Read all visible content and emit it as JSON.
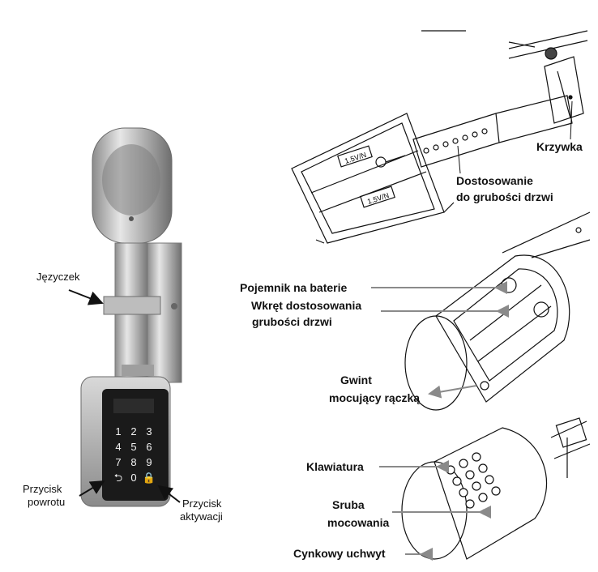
{
  "labels": {
    "tab": "Języczek",
    "back_btn_1": "Przycisk",
    "back_btn_2": "powrotu",
    "act_btn_1": "Przycisk",
    "act_btn_2": "aktywacji",
    "cover": "Krzywka",
    "adjust_1": "Dostosowanie",
    "adjust_2": "do grubości drzwi",
    "battery": "Pojemnik na baterie",
    "screw_1": "Wkręt dostosowania",
    "screw_2": "grubości drzwi",
    "thread_1": "Gwint",
    "thread_2": "mocujący rączką",
    "keypad": "Klawiatura",
    "fix_1": "Sruba",
    "fix_2": "mocowania",
    "handle": "Cynkowy uchwyt"
  },
  "battery_marking": "1.5V/N",
  "keys": [
    "1",
    "2",
    "3",
    "4",
    "5",
    "6",
    "7",
    "8",
    "9",
    "⮌",
    "0",
    "🔒"
  ],
  "colors": {
    "arrow": "#8a8a8a",
    "keypad_bg": "#1a1a1a"
  }
}
